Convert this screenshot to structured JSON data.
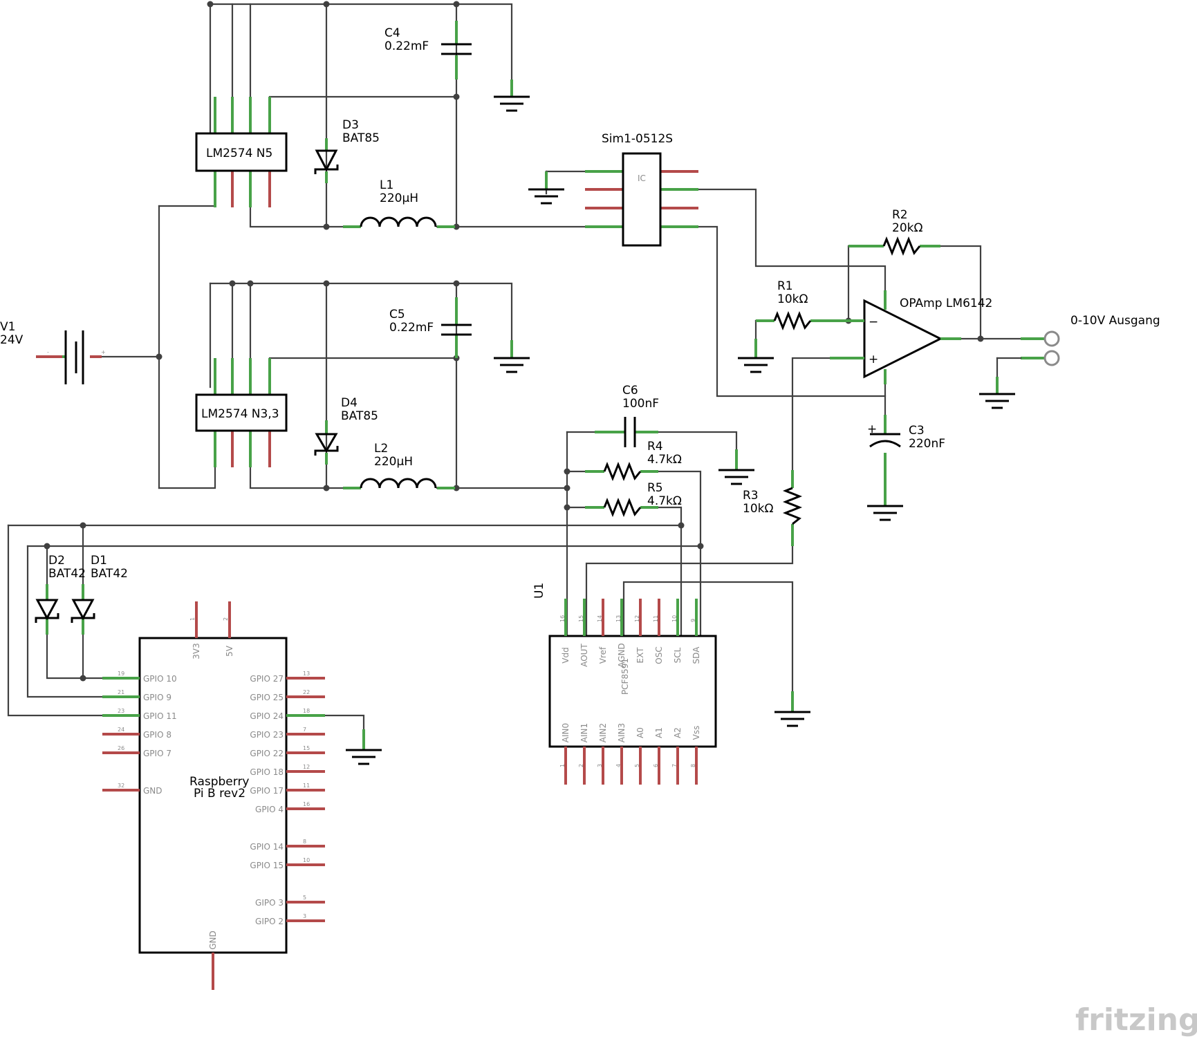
{
  "components": {
    "v1": {
      "ref": "V1",
      "value": "24V"
    },
    "reg_top": {
      "name": "LM2574 N5"
    },
    "reg_bot": {
      "name": "LM2574 N3,3"
    },
    "c4": {
      "ref": "C4",
      "value": "0.22mF"
    },
    "c5": {
      "ref": "C5",
      "value": "0.22mF"
    },
    "d3": {
      "ref": "D3",
      "value": "BAT85"
    },
    "d4": {
      "ref": "D4",
      "value": "BAT85"
    },
    "l1": {
      "ref": "L1",
      "value": "220µH"
    },
    "l2": {
      "ref": "L2",
      "value": "220µH"
    },
    "sim": {
      "name": "Sim1-0512S",
      "ic": "IC"
    },
    "r1": {
      "ref": "R1",
      "value": "10kΩ"
    },
    "r2": {
      "ref": "R2",
      "value": "20kΩ"
    },
    "r3": {
      "ref": "R3",
      "value": "10kΩ"
    },
    "r4": {
      "ref": "R4",
      "value": "4.7kΩ"
    },
    "r5": {
      "ref": "R5",
      "value": "4.7kΩ"
    },
    "c3": {
      "ref": "C3",
      "value": "220nF"
    },
    "c6": {
      "ref": "C6",
      "value": "100nF"
    },
    "opamp": {
      "name": "OPAmp LM6142",
      "minus": "−",
      "plus": "+"
    },
    "output": {
      "label": "0-10V Ausgang"
    },
    "d1": {
      "ref": "D1",
      "value": "BAT42"
    },
    "d2": {
      "ref": "D2",
      "value": "BAT42"
    },
    "u1": {
      "ref": "U1",
      "name": "PCF8591"
    },
    "rpi": {
      "name_line1": "Raspberry",
      "name_line2": "Pi B rev2"
    }
  },
  "pcf_top_pins": [
    "Vdd",
    "AOUT",
    "Vref",
    "AGND",
    "EXT",
    "OSC",
    "SCL",
    "SDA"
  ],
  "pcf_bottom_pins": [
    "AIN0",
    "AIN1",
    "AIN2",
    "AIN3",
    "A0",
    "A1",
    "A2",
    "Vss"
  ],
  "rpi_left_pins": [
    "GPIO 10",
    "GPIO 9",
    "GPIO 11",
    "GPIO 8",
    "GPIO 7",
    "GND"
  ],
  "rpi_right_pins": [
    "GPIO 27",
    "GPIO 25",
    "GPIO 24",
    "GPIO 23",
    "GPIO 22",
    "GPIO 18",
    "GPIO 17",
    "GPIO 4",
    "GPIO 14",
    "GPIO 15",
    "GIPO 3",
    "GIPO 2"
  ],
  "rpi_top_pins": [
    "3V3",
    "5V"
  ],
  "rpi_bottom_pin": "GND",
  "brand": "fritzing"
}
